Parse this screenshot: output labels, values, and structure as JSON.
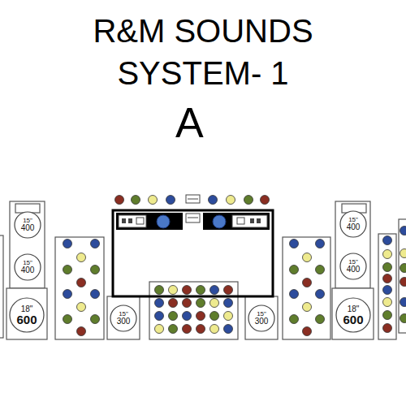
{
  "diagram": {
    "title": "R&M SOUNDS SYSTEM- 1",
    "nodes": [
      {
        "text": [
          "15\"",
          "400"
        ]
      },
      {
        "text": [
          "15\"",
          "400"
        ]
      },
      {
        "text": [
          "18\"",
          "600"
        ]
      },
      {
        "text": [
          "15\"",
          "300"
        ]
      },
      {
        "text": [
          "15\"",
          "300"
        ]
      },
      {
        "text": [
          "15\"",
          "400"
        ]
      },
      {
        "text": [
          "15\"",
          "400"
        ]
      },
      {
        "text": [
          "18\"",
          "600"
        ]
      }
    ],
    "labels": [
      "A"
    ]
  }
}
